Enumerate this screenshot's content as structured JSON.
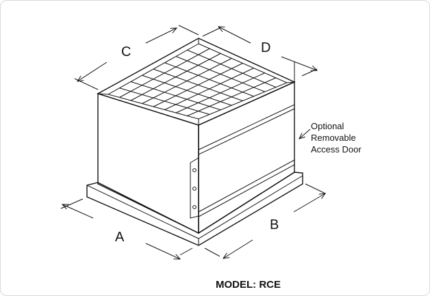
{
  "diagram": {
    "labels": {
      "a": "A",
      "b": "B",
      "c": "C",
      "d": "D"
    },
    "note_lines": [
      "Optional",
      "Removable",
      "Access Door"
    ],
    "model": "MODEL: RCE"
  }
}
